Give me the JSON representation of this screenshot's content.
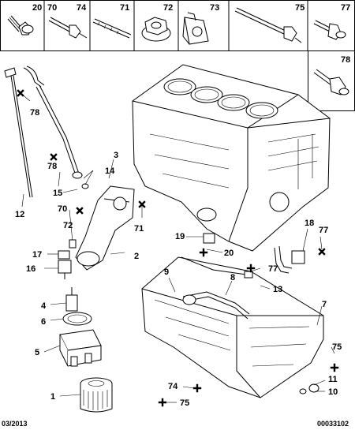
{
  "header_parts": [
    "20",
    "70",
    "74",
    "71",
    "72",
    "73",
    "75",
    "77",
    "78"
  ],
  "callouts": [
    "78",
    "3",
    "14",
    "78",
    "15",
    "70",
    "72",
    "71",
    "12",
    "19",
    "20",
    "18",
    "77",
    "17",
    "2",
    "16",
    "77",
    "9",
    "8",
    "13",
    "4",
    "6",
    "7",
    "5",
    "75",
    "1",
    "74",
    "11",
    "75",
    "10"
  ],
  "footer": {
    "date": "03/2013",
    "ref": "00033102"
  }
}
